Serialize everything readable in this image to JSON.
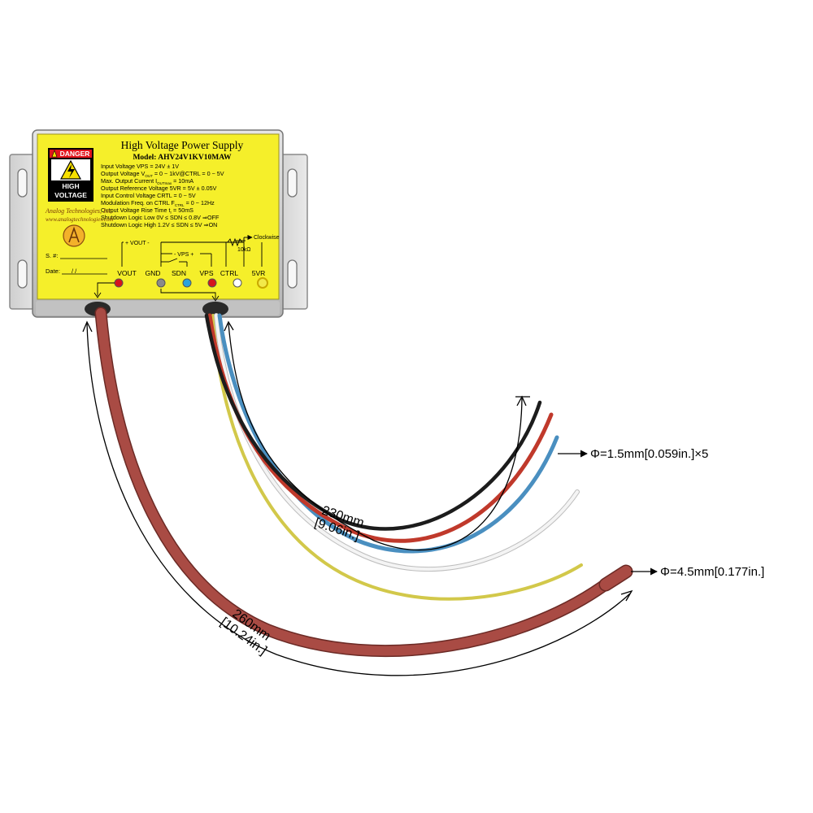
{
  "label": {
    "title": "High Voltage Power Supply",
    "model": "Model: AHV24V1KV10MAW",
    "specs": [
      "Input Voltage VPS = 24V ± 1V",
      "Output Voltage V",
      "Max. Output Current I",
      "Output Reference Voltage 5VR = 5V ± 0.05V",
      "Input Control Voltage CRTL = 0 ~ 5V",
      "Modulation Freq. on CTRL F",
      "Output Voltage Rise Time t",
      "Shutdown Logic Low 0V ≤ SDN ≤ 0.8V",
      "Shutdown Logic High 1.2V ≤ SDN ≤ 5V"
    ],
    "spec_subscripts": [
      "OUT",
      "OUTmax",
      "CTRL",
      "r"
    ],
    "spec_tails": [
      "= 0 ~ 1kV@CTRL = 0 ~ 5V",
      "= 10mA",
      "= 0 ~ 12Hz",
      "= 50mS",
      "OFF",
      "ON"
    ],
    "danger": "DANGER",
    "high": "HIGH",
    "voltage": "VOLTAGE",
    "company": "Analog Technologies, Inc.",
    "website": "www.analogtechnologies.com",
    "sn": "S. #:",
    "date": "Date:",
    "date_slashes": "/     /",
    "vout_bracket": "+ VOUT -",
    "vps_bracket": "- VPS +",
    "clockwise": "Clockwise",
    "pot": "10kΩ",
    "pins": [
      "VOUT",
      "GND",
      "SDN",
      "VPS",
      "CTRL",
      "5VR"
    ]
  },
  "pin_colors": {
    "VOUT": "#d4141e",
    "GND": "#8a8a8a",
    "SDN": "#2aa3dc",
    "VPS": "#d4141e",
    "CTRL": "#ffffff",
    "5VR": "#f2e94a"
  },
  "colors": {
    "label_yellow": "#f5ef2a",
    "case": "#cfcfcf",
    "hv_wire": "#a94b44",
    "red_wire": "#c0392b",
    "black_wire": "#1c1c1c",
    "blue_wire": "#4a8fc0",
    "white_wire": "#f4f4f4",
    "yellow_wire": "#d2c84a"
  },
  "dimensions": {
    "small_wire_diameter": "Φ=1.5mm[0.059in.]×5",
    "hv_wire_diameter": "Φ=4.5mm[0.177in.]",
    "small_length_mm": "230mm",
    "small_length_in": "[9.06in.]",
    "hv_length_mm": "260mm",
    "hv_length_in": "[10.24in.]"
  }
}
